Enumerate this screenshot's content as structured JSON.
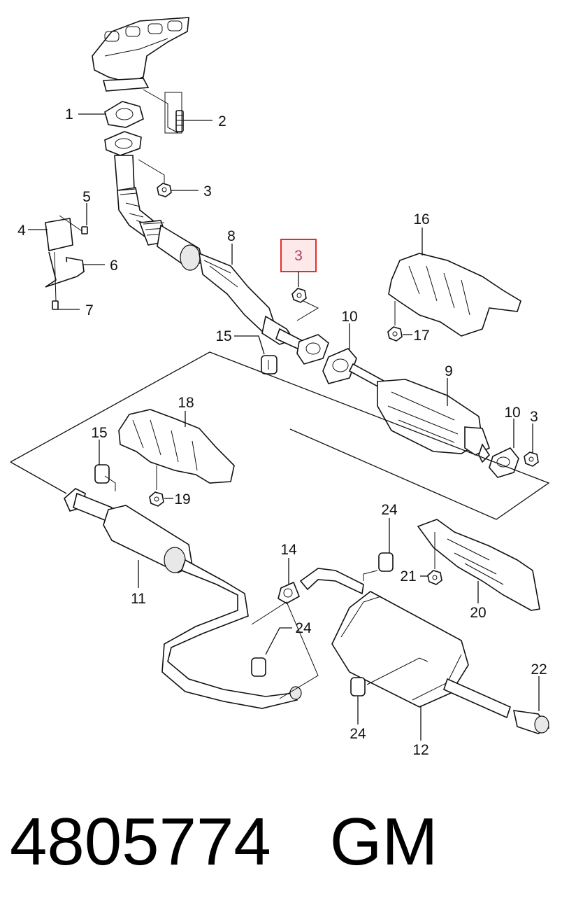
{
  "callouts": [
    {
      "id": "c1",
      "label": "1"
    },
    {
      "id": "c2",
      "label": "2"
    },
    {
      "id": "c3a",
      "label": "3"
    },
    {
      "id": "c3b",
      "label": "3"
    },
    {
      "id": "c3c",
      "label": "3"
    },
    {
      "id": "c4",
      "label": "4"
    },
    {
      "id": "c5",
      "label": "5"
    },
    {
      "id": "c6",
      "label": "6"
    },
    {
      "id": "c7",
      "label": "7"
    },
    {
      "id": "c8",
      "label": "8"
    },
    {
      "id": "c9",
      "label": "9"
    },
    {
      "id": "c10a",
      "label": "10"
    },
    {
      "id": "c10b",
      "label": "10"
    },
    {
      "id": "c11",
      "label": "11"
    },
    {
      "id": "c12",
      "label": "12"
    },
    {
      "id": "c14",
      "label": "14"
    },
    {
      "id": "c15a",
      "label": "15"
    },
    {
      "id": "c15b",
      "label": "15"
    },
    {
      "id": "c16",
      "label": "16"
    },
    {
      "id": "c17",
      "label": "17"
    },
    {
      "id": "c18",
      "label": "18"
    },
    {
      "id": "c19",
      "label": "19"
    },
    {
      "id": "c20",
      "label": "20"
    },
    {
      "id": "c21",
      "label": "21"
    },
    {
      "id": "c22",
      "label": "22"
    },
    {
      "id": "c24a",
      "label": "24"
    },
    {
      "id": "c24b",
      "label": "24"
    },
    {
      "id": "c24c",
      "label": "24"
    }
  ],
  "highlight": {
    "label": "3",
    "border_color": "#e03030",
    "fill_color": "#fde8ea",
    "text_color": "#b04050"
  },
  "footer": {
    "part_number": "4805774",
    "brand": "GM"
  }
}
